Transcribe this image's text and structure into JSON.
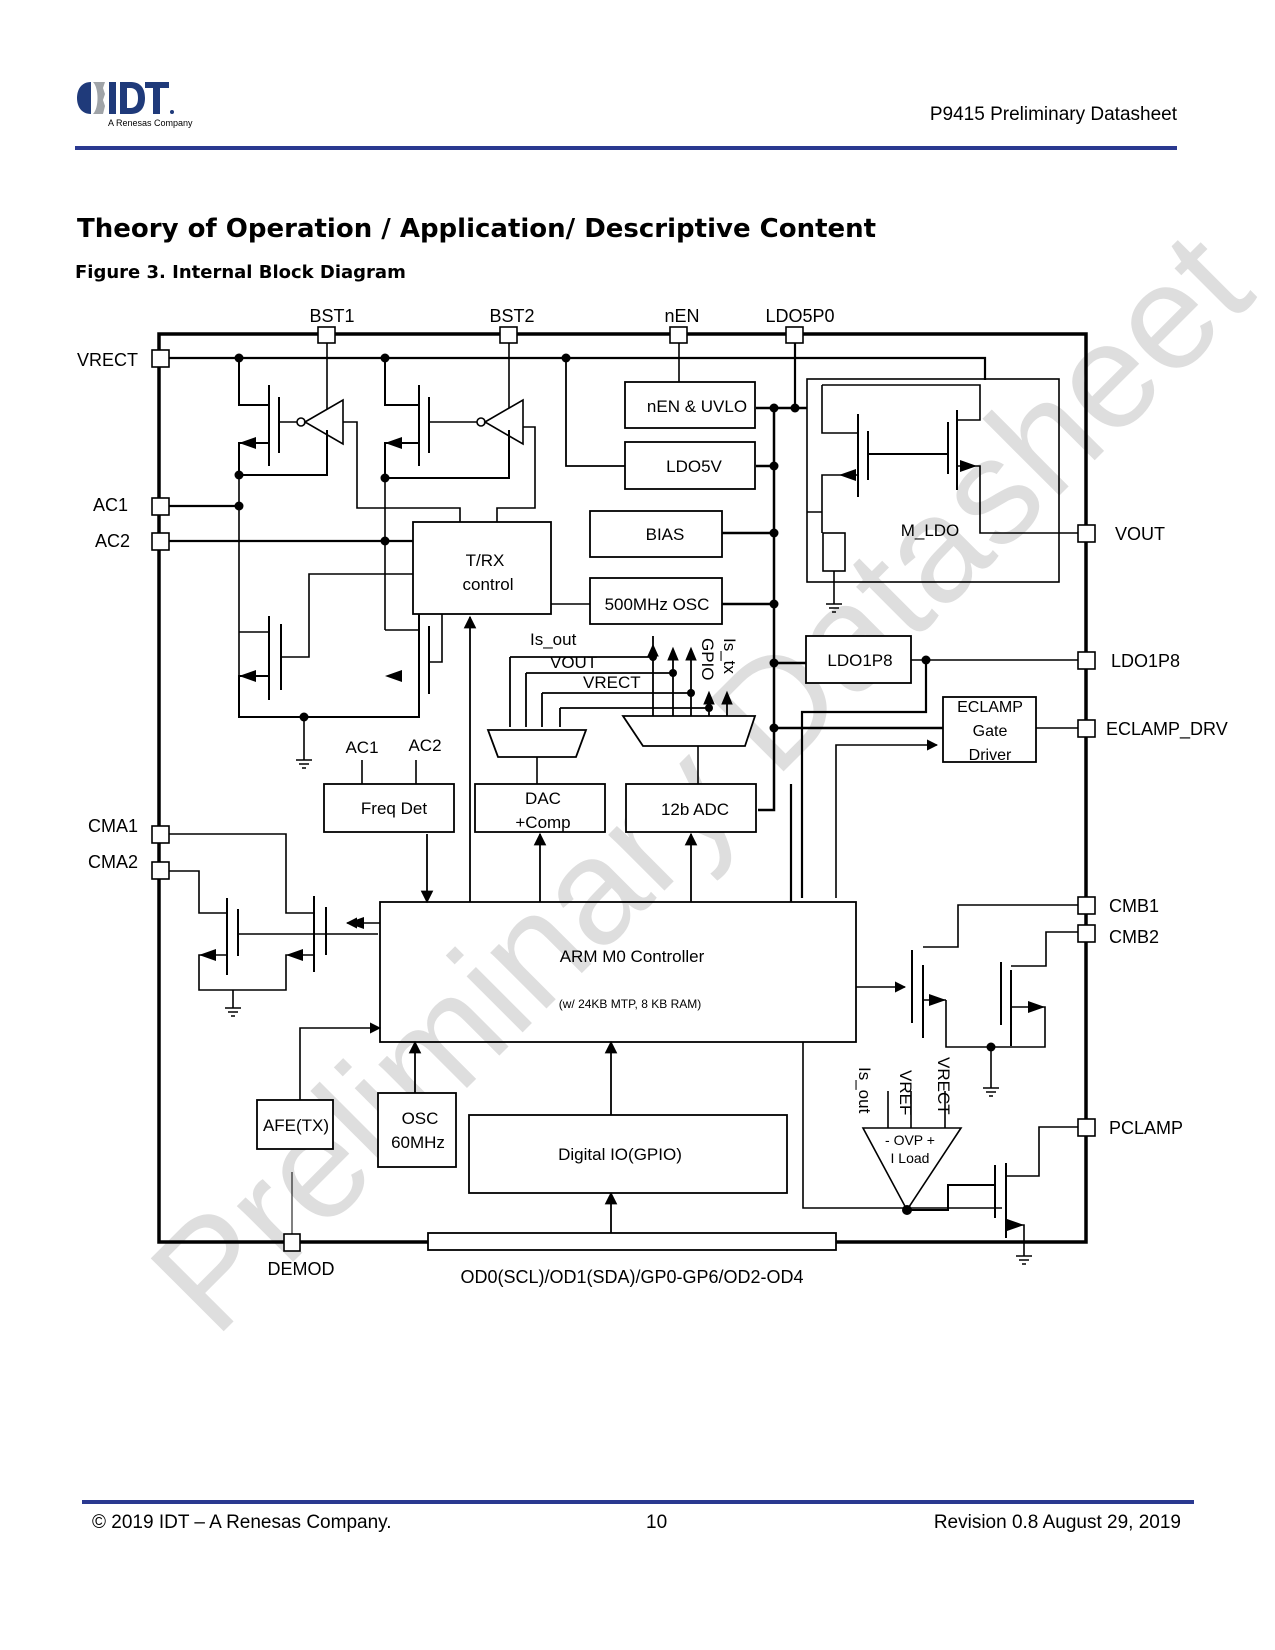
{
  "header": {
    "logo_text": "IDT",
    "logo_subtext": "A Renesas Company",
    "doc_name": "P9415 Preliminary Datasheet"
  },
  "section_title": "Theory of Operation / Application/ Descriptive Content",
  "figure_title": "Figure 3. Internal Block Diagram",
  "watermark": "Preliminary Datasheet",
  "diagram": {
    "pins": {
      "bst1": "BST1",
      "bst2": "BST2",
      "nen": "nEN",
      "ldo5p0": "LDO5P0",
      "vrect": "VRECT",
      "ac1": "AC1",
      "ac2": "AC2",
      "cma1": "CMA1",
      "cma2": "CMA2",
      "vout": "VOUT",
      "ldo1p8": "LDO1P8",
      "eclamp_drv": "ECLAMP_DRV",
      "cmb1": "CMB1",
      "cmb2": "CMB2",
      "pclamp": "PCLAMP",
      "demod": "DEMOD",
      "gpio_bus": "OD0(SCL)/OD1(SDA)/GP0-GP6/OD2-OD4"
    },
    "blocks": {
      "nen_uvlo": "nEN & UVLO",
      "ldo5v": "LDO5V",
      "bias": "BIAS",
      "osc500": "500MHz OSC",
      "trx_line1": "T/RX",
      "trx_line2": "control",
      "m_ldo": "M_LDO",
      "ldo1p8": "LDO1P8",
      "eclamp_line1": "ECLAMP",
      "eclamp_line2": "Gate",
      "eclamp_line3": "Driver",
      "freq_det": "Freq Det",
      "dac_line1": "DAC",
      "dac_line2": "+Comp",
      "adc": "12b ADC",
      "arm": "ARM M0 Controller",
      "arm_sub": "(w/ 24KB MTP, 8 KB RAM)",
      "afe": "AFE(TX)",
      "osc60_line1": "OSC",
      "osc60_line2": "60MHz",
      "dio": "Digital IO(GPIO)",
      "ovp_line1": "-  OVP  +",
      "ovp_line2": "I Load"
    },
    "signals": {
      "is_out": "Is_out",
      "vout": "VOUT",
      "vrect": "VRECT",
      "gpio": "GPIO",
      "is_tx": "Is_tx",
      "freq_ac1": "AC1",
      "freq_ac2": "AC2",
      "ovp_is_out": "Is_out",
      "ovp_vref": "VREF",
      "ovp_vrect": "VRECT"
    }
  },
  "footer": {
    "copyright": "© 2019 IDT – A Renesas Company.",
    "page_number": "10",
    "revision": "Revision 0.8 August 29, 2019"
  },
  "colors": {
    "brand_blue": "#2a3990",
    "logo_gray": "#a0a4a8",
    "watermark": "#d9d9d9"
  }
}
